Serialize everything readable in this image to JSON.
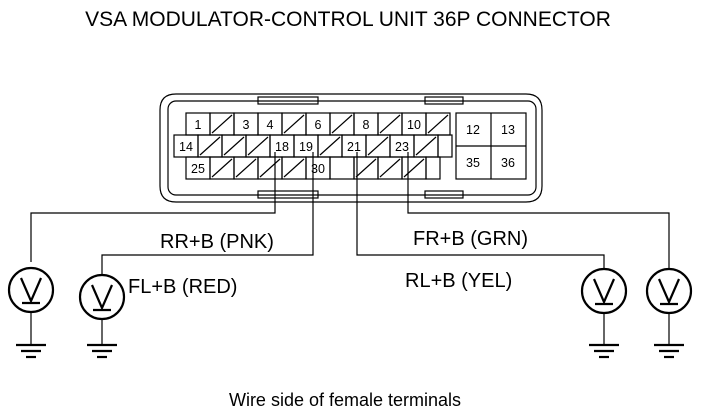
{
  "title": "VSA MODULATOR-CONTROL UNIT 36P CONNECTOR",
  "caption": "Wire side of female terminals",
  "connector": {
    "pins_left": [
      "1",
      "3",
      "4",
      "6",
      "8",
      "10",
      "14",
      "18",
      "19",
      "21",
      "23",
      "25",
      "30"
    ],
    "pins_right": [
      "12",
      "13",
      "35",
      "36"
    ]
  },
  "wires": [
    {
      "label": "RR+B (PNK)",
      "pin": "18"
    },
    {
      "label": "FL+B (RED)",
      "pin": "19"
    },
    {
      "label": "FR+B (GRN)",
      "pin": "23"
    },
    {
      "label": "RL+B (YEL)",
      "pin": "21"
    }
  ],
  "colors": {
    "ink": "#000000",
    "background": "#ffffff"
  },
  "icons": [
    "voltmeter-icon",
    "ground-icon"
  ]
}
